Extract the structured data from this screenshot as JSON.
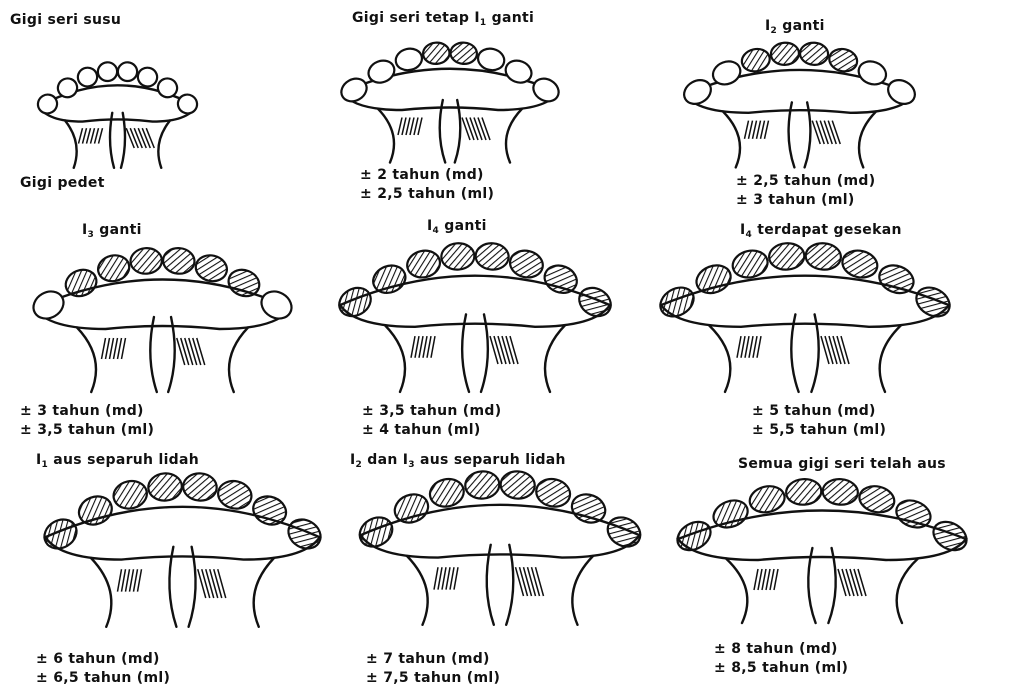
{
  "panels": [
    {
      "title": "Gigi seri susu",
      "subtitle": "Gigi pedet",
      "ages": [],
      "shaded_teeth": 0
    },
    {
      "title_pre": "Gigi seri tetap I",
      "title_sub": "1",
      "title_post": " ganti",
      "ages": [
        "± 2 tahun (md)",
        "± 2,5 tahun (ml)"
      ],
      "shaded_teeth": 2
    },
    {
      "title_pre": "I",
      "title_sub": "2",
      "title_post": " ganti",
      "ages": [
        "± 2,5 tahun (md)",
        "± 3 tahun (ml)"
      ],
      "shaded_teeth": 4
    },
    {
      "title_pre": "I",
      "title_sub": "3",
      "title_post": " ganti",
      "ages": [
        "± 3 tahun (md)",
        "± 3,5 tahun (ml)"
      ],
      "shaded_teeth": 6
    },
    {
      "title_pre": "I",
      "title_sub": "4",
      "title_post": " ganti",
      "ages": [
        "± 3,5 tahun (md)",
        "± 4 tahun (ml)"
      ],
      "shaded_teeth": 8
    },
    {
      "title_pre": "I",
      "title_sub": "4",
      "title_post": " terdapat gesekan",
      "ages": [
        "± 5 tahun (md)",
        "± 5,5 tahun (ml)"
      ],
      "shaded_teeth": 8
    },
    {
      "title_pre": "I",
      "title_sub": "1",
      "title_post": " aus separuh lidah",
      "ages": [
        "± 6 tahun (md)",
        "± 6,5 tahun (ml)"
      ],
      "shaded_teeth": 8
    },
    {
      "title_pre": "I",
      "title_sub": "2",
      "title_post": " dan I",
      "title_sub2": "3",
      "title_post2": " aus separuh lidah",
      "ages": [
        "± 7 tahun (md)",
        "± 7,5 tahun (ml)"
      ],
      "shaded_teeth": 8
    },
    {
      "title": "Semua gigi seri telah aus",
      "ages": [
        "± 8 tahun (md)",
        "± 8,5 tahun (ml)"
      ],
      "shaded_teeth": 8
    }
  ]
}
